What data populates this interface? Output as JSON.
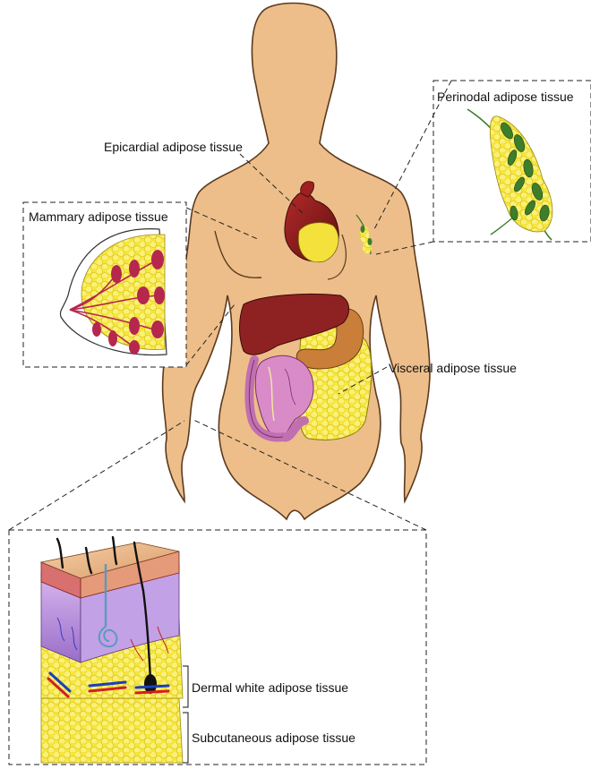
{
  "labels": {
    "epicardial": "Epicardial adipose tissue",
    "perinodal": "Perinodal adipose tissue",
    "mammary": "Mammary adipose tissue",
    "visceral": "Visceral adipose tissue",
    "dermal": "Dermal white adipose tissue",
    "subcutaneous": "Subcutaneous adipose tissue"
  },
  "colors": {
    "skin": "#EDBE89",
    "fat": "#F3E32A",
    "heart": "#8E1B1C",
    "liver": "#8E2222",
    "stomach": "#C97F3A",
    "intestine": "#D98BC8",
    "lymph_node": "#3E7D2A",
    "gland": "#B5274D"
  }
}
